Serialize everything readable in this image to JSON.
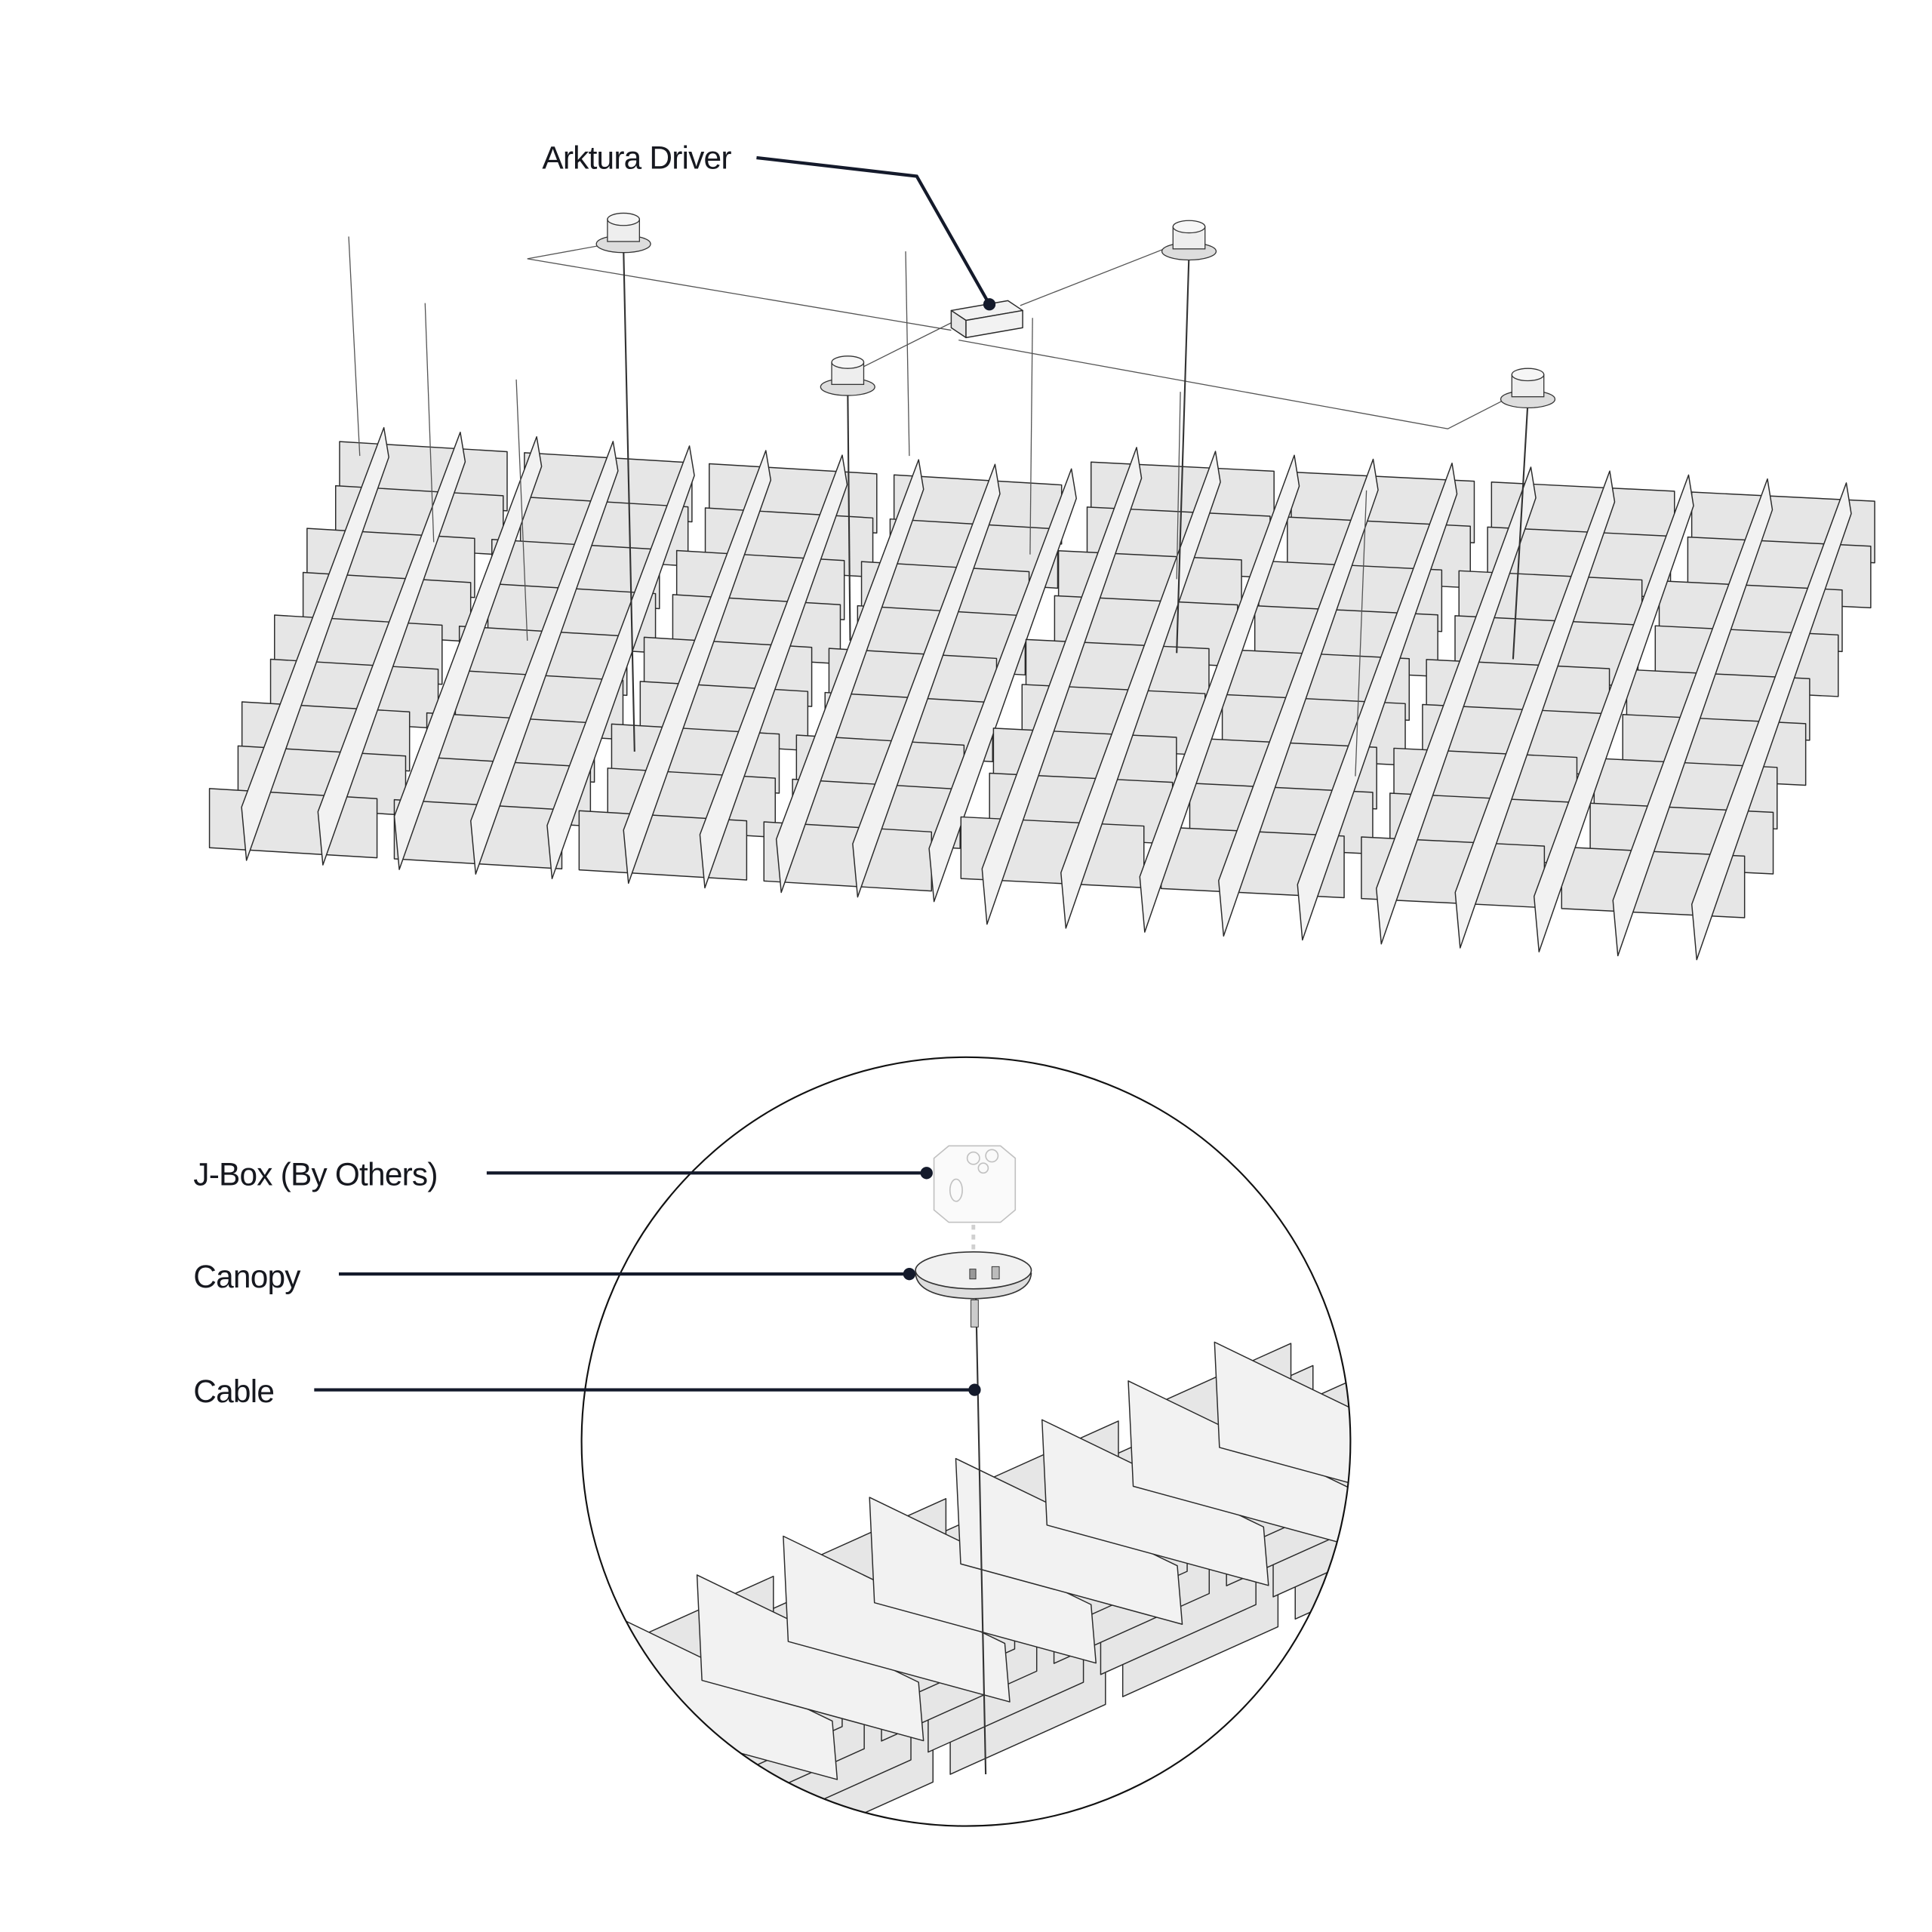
{
  "callouts": {
    "driver": "Arktura Driver",
    "jbox": "J-Box (By Others)",
    "canopy": "Canopy",
    "cable": "Cable"
  },
  "colors": {
    "leader": "#141a2b",
    "panel": "#e6e6e6",
    "outline": "#2a2a2a"
  }
}
